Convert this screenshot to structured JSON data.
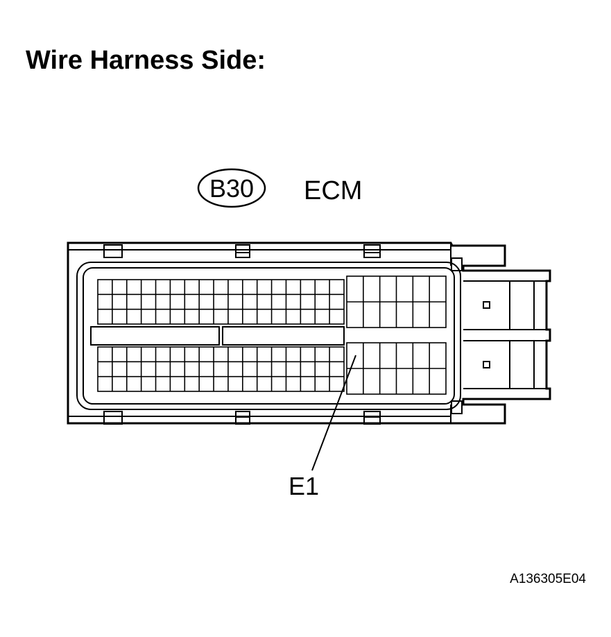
{
  "title": "Wire Harness Side:",
  "connector": {
    "code": "B30",
    "name": "ECM",
    "pin_label": "E1"
  },
  "figure_id": "A136305E04",
  "colors": {
    "line": "#000000",
    "background": "#ffffff"
  }
}
